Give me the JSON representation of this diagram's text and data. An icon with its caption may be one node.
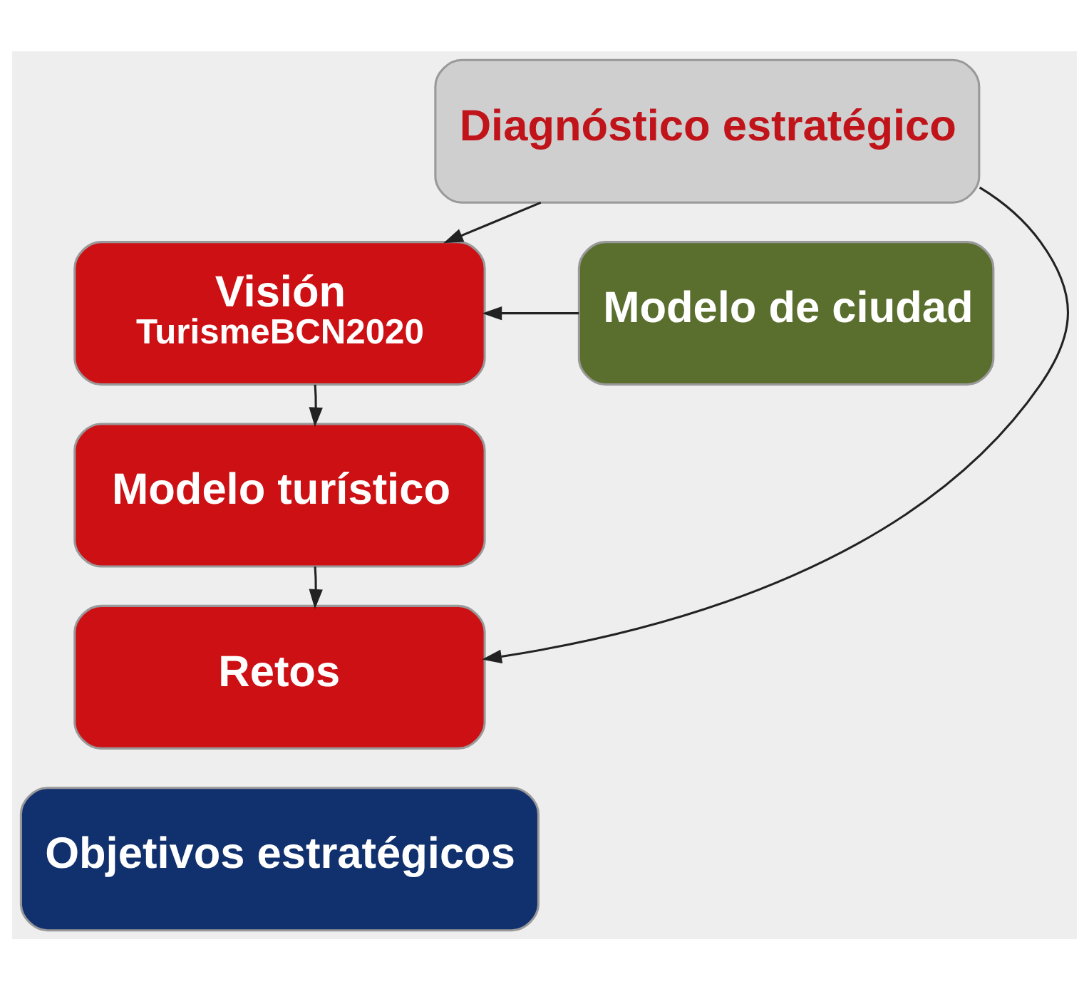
{
  "diagram": {
    "nodes": [
      {
        "text": [
          "Diagnóstico estratégico"
        ]
      },
      {
        "text": [
          "Modelo de ciudad"
        ]
      },
      {
        "text": [
          "Visión",
          "TurismeBCN2020"
        ]
      },
      {
        "text": [
          "Modelo turístico"
        ]
      },
      {
        "text": [
          "Retos"
        ]
      },
      {
        "text": [
          "Objetivos estratégicos"
        ]
      }
    ],
    "edges": [
      {
        "from": 0,
        "to": 2,
        "arrow": "to"
      },
      {
        "from": 1,
        "to": 2,
        "arrow": "to"
      },
      {
        "from": 2,
        "to": 3,
        "arrow": "to"
      },
      {
        "from": 3,
        "to": 4,
        "arrow": "to"
      },
      {
        "from": 0,
        "to": 4,
        "arrow": "to"
      }
    ]
  }
}
